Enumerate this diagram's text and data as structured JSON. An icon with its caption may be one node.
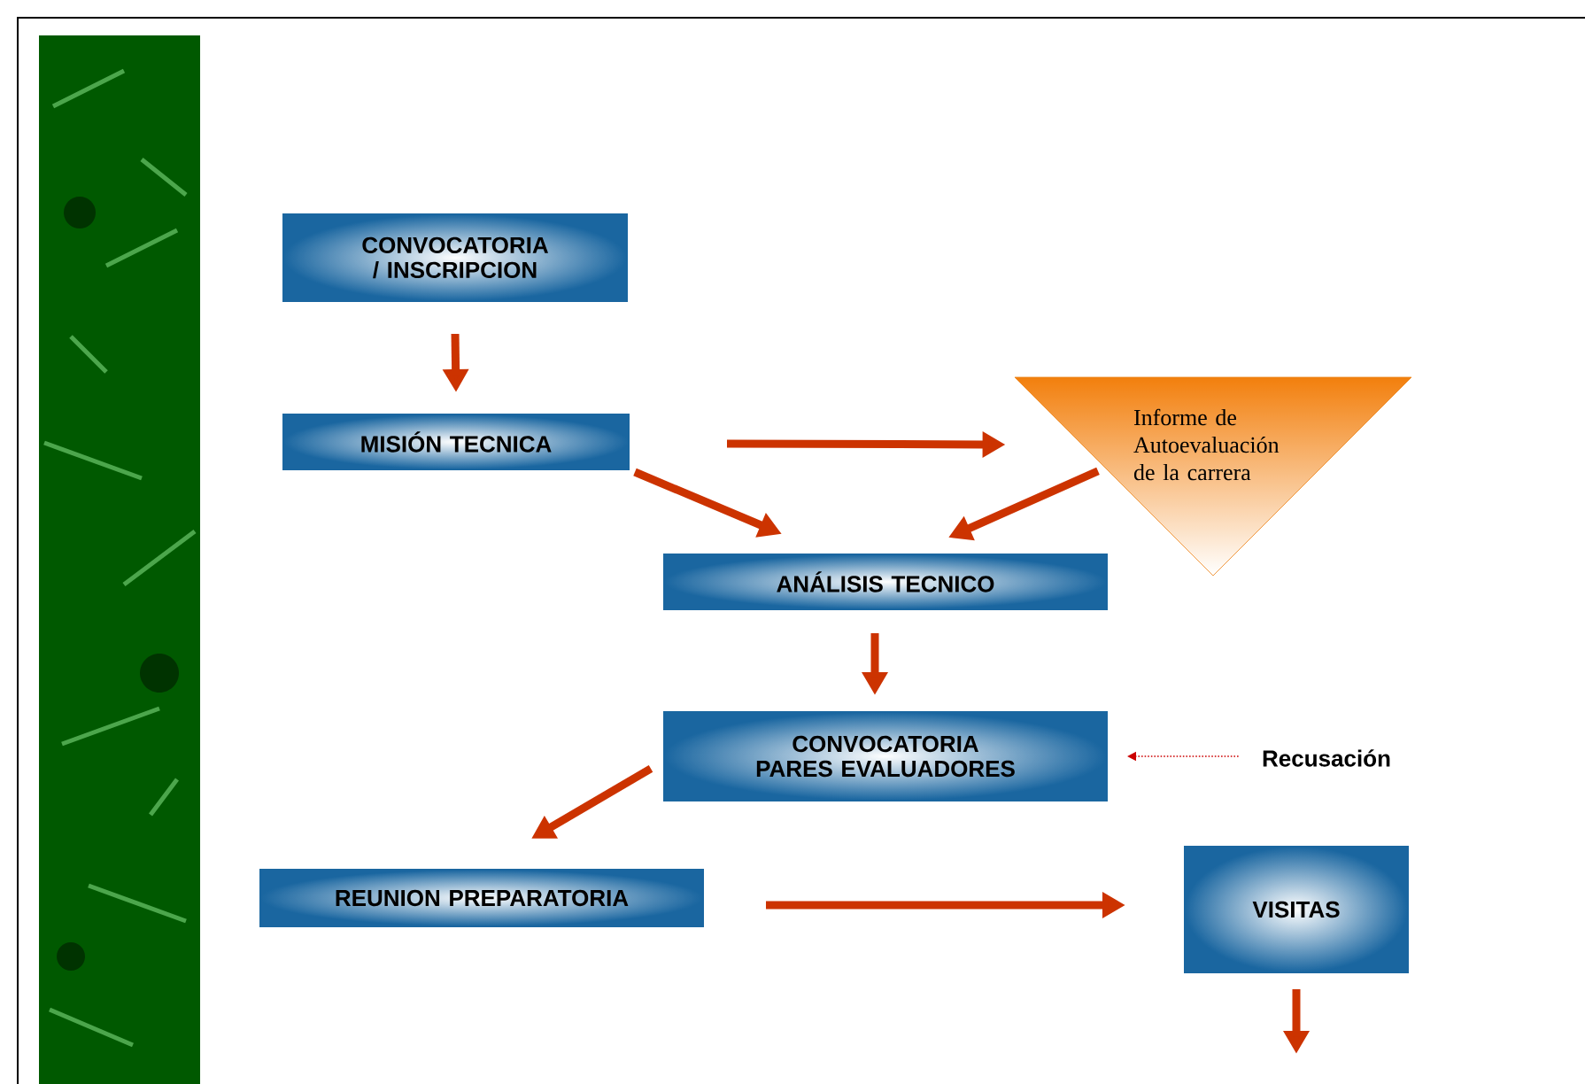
{
  "diagram": {
    "nodes": [
      {
        "text": [
          "CONVOCATORIA / INSCRIPCION"
        ]
      },
      {
        "text": [
          "MISIÓN TECNICA"
        ]
      },
      {
        "text": [
          "Informe de Autoevaluación de la carrera"
        ]
      },
      {
        "text": [
          "ANÁLISIS TECNICO"
        ]
      },
      {
        "text": [
          "CONVOCATORIA PARES EVALUADORES"
        ]
      },
      {
        "text": [
          "Recusación"
        ]
      },
      {
        "text": [
          "REUNION PREPARATORIA"
        ]
      },
      {
        "text": [
          "VISITAS"
        ]
      }
    ],
    "edges": [
      {
        "from": 0,
        "to": 1,
        "arrow": "to"
      },
      {
        "from": 1,
        "to": 2,
        "arrow": "to"
      },
      {
        "from": 1,
        "to": 3,
        "arrow": "to"
      },
      {
        "from": 2,
        "to": 3,
        "arrow": "to"
      },
      {
        "from": 3,
        "to": 4,
        "arrow": "to"
      },
      {
        "from": 5,
        "to": 4,
        "arrow": "to",
        "style": "dashed",
        "color": "#cc0000"
      },
      {
        "from": 4,
        "to": 6,
        "arrow": "to"
      },
      {
        "from": 6,
        "to": 7,
        "arrow": "to"
      },
      {
        "from": 7,
        "to": null,
        "arrow": "to"
      }
    ]
  }
}
